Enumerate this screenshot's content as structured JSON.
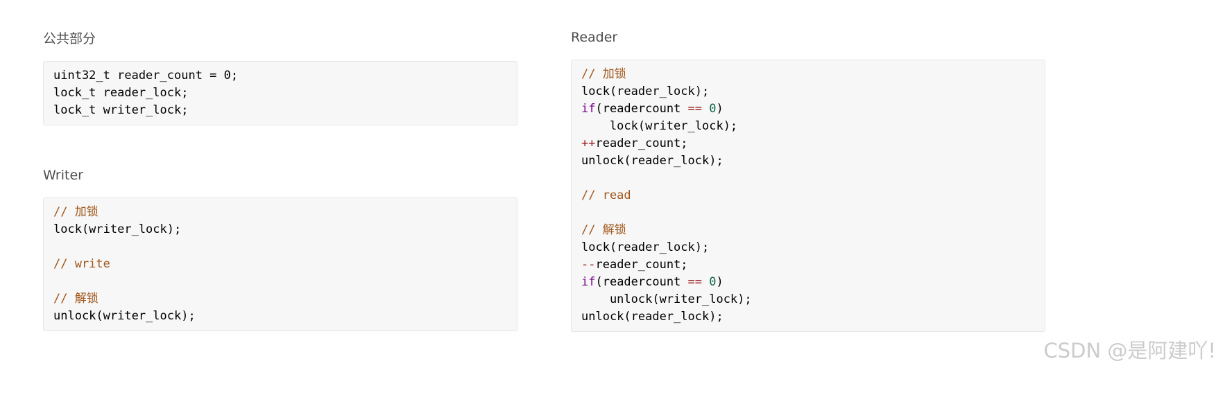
{
  "common": {
    "title": "公共部分",
    "lines": [
      [
        {
          "t": "uint32_t reader_count = 0;",
          "c": ""
        }
      ],
      [
        {
          "t": "lock_t reader_lock;",
          "c": ""
        }
      ],
      [
        {
          "t": "lock_t writer_lock;",
          "c": ""
        }
      ]
    ]
  },
  "writer": {
    "title": "Writer",
    "lines": [
      [
        {
          "t": "// 加锁",
          "c": "comment"
        }
      ],
      [
        {
          "t": "lock(writer_lock);",
          "c": ""
        }
      ],
      [],
      [
        {
          "t": "// write",
          "c": "comment"
        }
      ],
      [],
      [
        {
          "t": "// 解锁",
          "c": "comment"
        }
      ],
      [
        {
          "t": "unlock(writer_lock);",
          "c": ""
        }
      ]
    ]
  },
  "reader": {
    "title": "Reader",
    "lines": [
      [
        {
          "t": "// 加锁",
          "c": "comment"
        }
      ],
      [
        {
          "t": "lock(reader_lock);",
          "c": ""
        }
      ],
      [
        {
          "t": "if",
          "c": "keyword"
        },
        {
          "t": "(readercount ",
          "c": ""
        },
        {
          "t": "==",
          "c": "op"
        },
        {
          "t": " ",
          "c": ""
        },
        {
          "t": "0",
          "c": "number"
        },
        {
          "t": ")",
          "c": ""
        }
      ],
      [
        {
          "t": "    lock(writer_lock);",
          "c": ""
        }
      ],
      [
        {
          "t": "++",
          "c": "op"
        },
        {
          "t": "reader_count;",
          "c": ""
        }
      ],
      [
        {
          "t": "unlock(reader_lock);",
          "c": ""
        }
      ],
      [],
      [
        {
          "t": "// read",
          "c": "comment"
        }
      ],
      [],
      [
        {
          "t": "// 解锁",
          "c": "comment"
        }
      ],
      [
        {
          "t": "lock(reader_lock);",
          "c": ""
        }
      ],
      [
        {
          "t": "--",
          "c": "op"
        },
        {
          "t": "reader_count;",
          "c": ""
        }
      ],
      [
        {
          "t": "if",
          "c": "keyword"
        },
        {
          "t": "(readercount ",
          "c": ""
        },
        {
          "t": "==",
          "c": "op"
        },
        {
          "t": " ",
          "c": ""
        },
        {
          "t": "0",
          "c": "number"
        },
        {
          "t": ")",
          "c": ""
        }
      ],
      [
        {
          "t": "    unlock(writer_lock);",
          "c": ""
        }
      ],
      [
        {
          "t": "unlock(reader_lock);",
          "c": ""
        }
      ]
    ]
  },
  "watermark": "CSDN @是阿建吖!"
}
